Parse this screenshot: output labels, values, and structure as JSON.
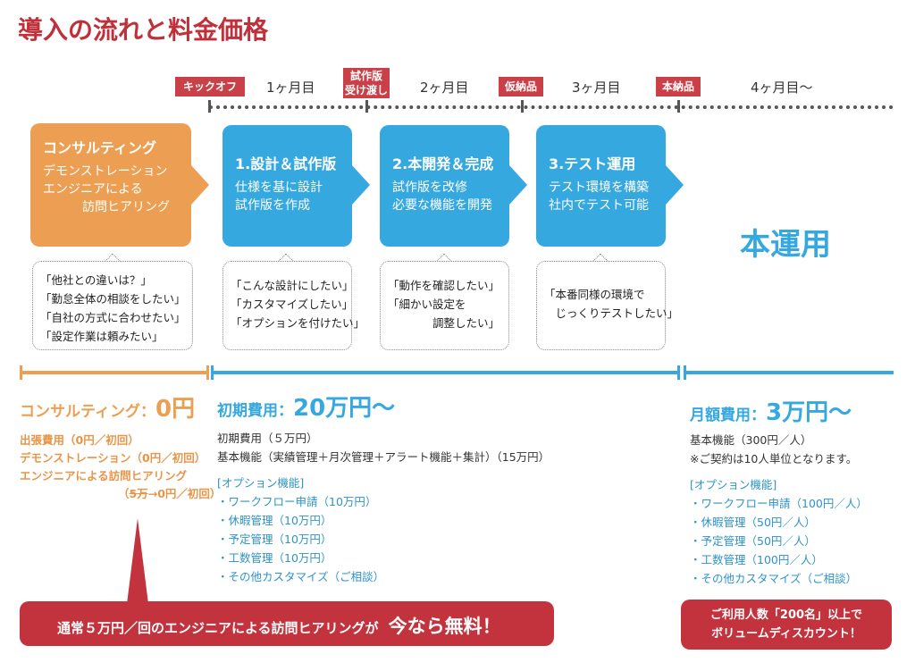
{
  "title": "導入の流れと料金価格",
  "timeline": {
    "tags": [
      "キックオフ",
      "試作版\n受け渡し",
      "仮納品",
      "本納品"
    ],
    "months": [
      "1ヶ月目",
      "2ヶ月目",
      "3ヶ月目",
      "4ヶ月目〜"
    ]
  },
  "consulting_card": {
    "head": "コンサルティング",
    "lines": [
      "デモンストレーション",
      "エンジニアによる",
      "訪問ヒアリング"
    ]
  },
  "phases": [
    {
      "head": "1.設計＆試作版",
      "lines": [
        "仕様を基に設計",
        "試作版を作成"
      ]
    },
    {
      "head": "2.本開発＆完成",
      "lines": [
        "試作版を改修",
        "必要な機能を開発"
      ]
    },
    {
      "head": "3.テスト運用",
      "lines": [
        "テスト環境を構築",
        "社内でテスト可能"
      ]
    }
  ],
  "production_label": "本運用",
  "bubbles": [
    [
      "「他社との違いは？」",
      "「勤怠全体の相談をしたい」",
      "「自社の方式に合わせたい」",
      "「設定作業は頼みたい」"
    ],
    [
      "「こんな設計にしたい」",
      "「カスタマイズしたい」",
      "「オプションを付けたい」"
    ],
    [
      "「動作を確認したい」",
      "「細かい設定を",
      "　　　　調整したい」"
    ],
    [
      "「本番同様の環境で",
      "　じっくりテストしたい」"
    ]
  ],
  "consulting_price": {
    "label": "コンサルティング：",
    "price": "0円",
    "items": [
      "出張費用（0円／初回）",
      "デモンストレーション（0円／初回）",
      "エンジニアによる訪問ヒアリング"
    ],
    "struck": "5万",
    "after_strike": "→0円／初回）",
    "open_paren": "（"
  },
  "initial_price": {
    "label": "初期費用：",
    "price": "20万円〜",
    "items": [
      "初期費用（５万円）",
      "基本機能（実績管理＋月次管理＋アラート機能＋集計）（15万円）"
    ],
    "option_head": "[オプション機能]",
    "options": [
      "・ワークフロー申請（10万円）",
      "・休暇管理（10万円）",
      "・予定管理（10万円）",
      "・工数管理（10万円）",
      "・その他カスタマイズ（ご相談）"
    ]
  },
  "monthly_price": {
    "label": "月額費用：",
    "price": "3万円〜",
    "items": [
      "基本機能（300円／人）",
      "※ご契約は10人単位となります。"
    ],
    "option_head": "[オプション機能]",
    "options": [
      "・ワークフロー申請（100円／人）",
      "・休暇管理（50円／人）",
      "・予定管理（50円／人）",
      "・工数管理（100円／人）",
      "・その他カスタマイズ（ご相談）"
    ]
  },
  "promo": {
    "text": "通常５万円／回のエンジニアによる訪問ヒアリングが",
    "emph": "今なら無料！"
  },
  "discount": {
    "line1": "ご利用人数「200名」以上で",
    "line2": "ボリュームディスカウント！"
  },
  "colors": {
    "red": "#c94048",
    "blue": "#36a8e0",
    "orange": "#ec9f52"
  }
}
